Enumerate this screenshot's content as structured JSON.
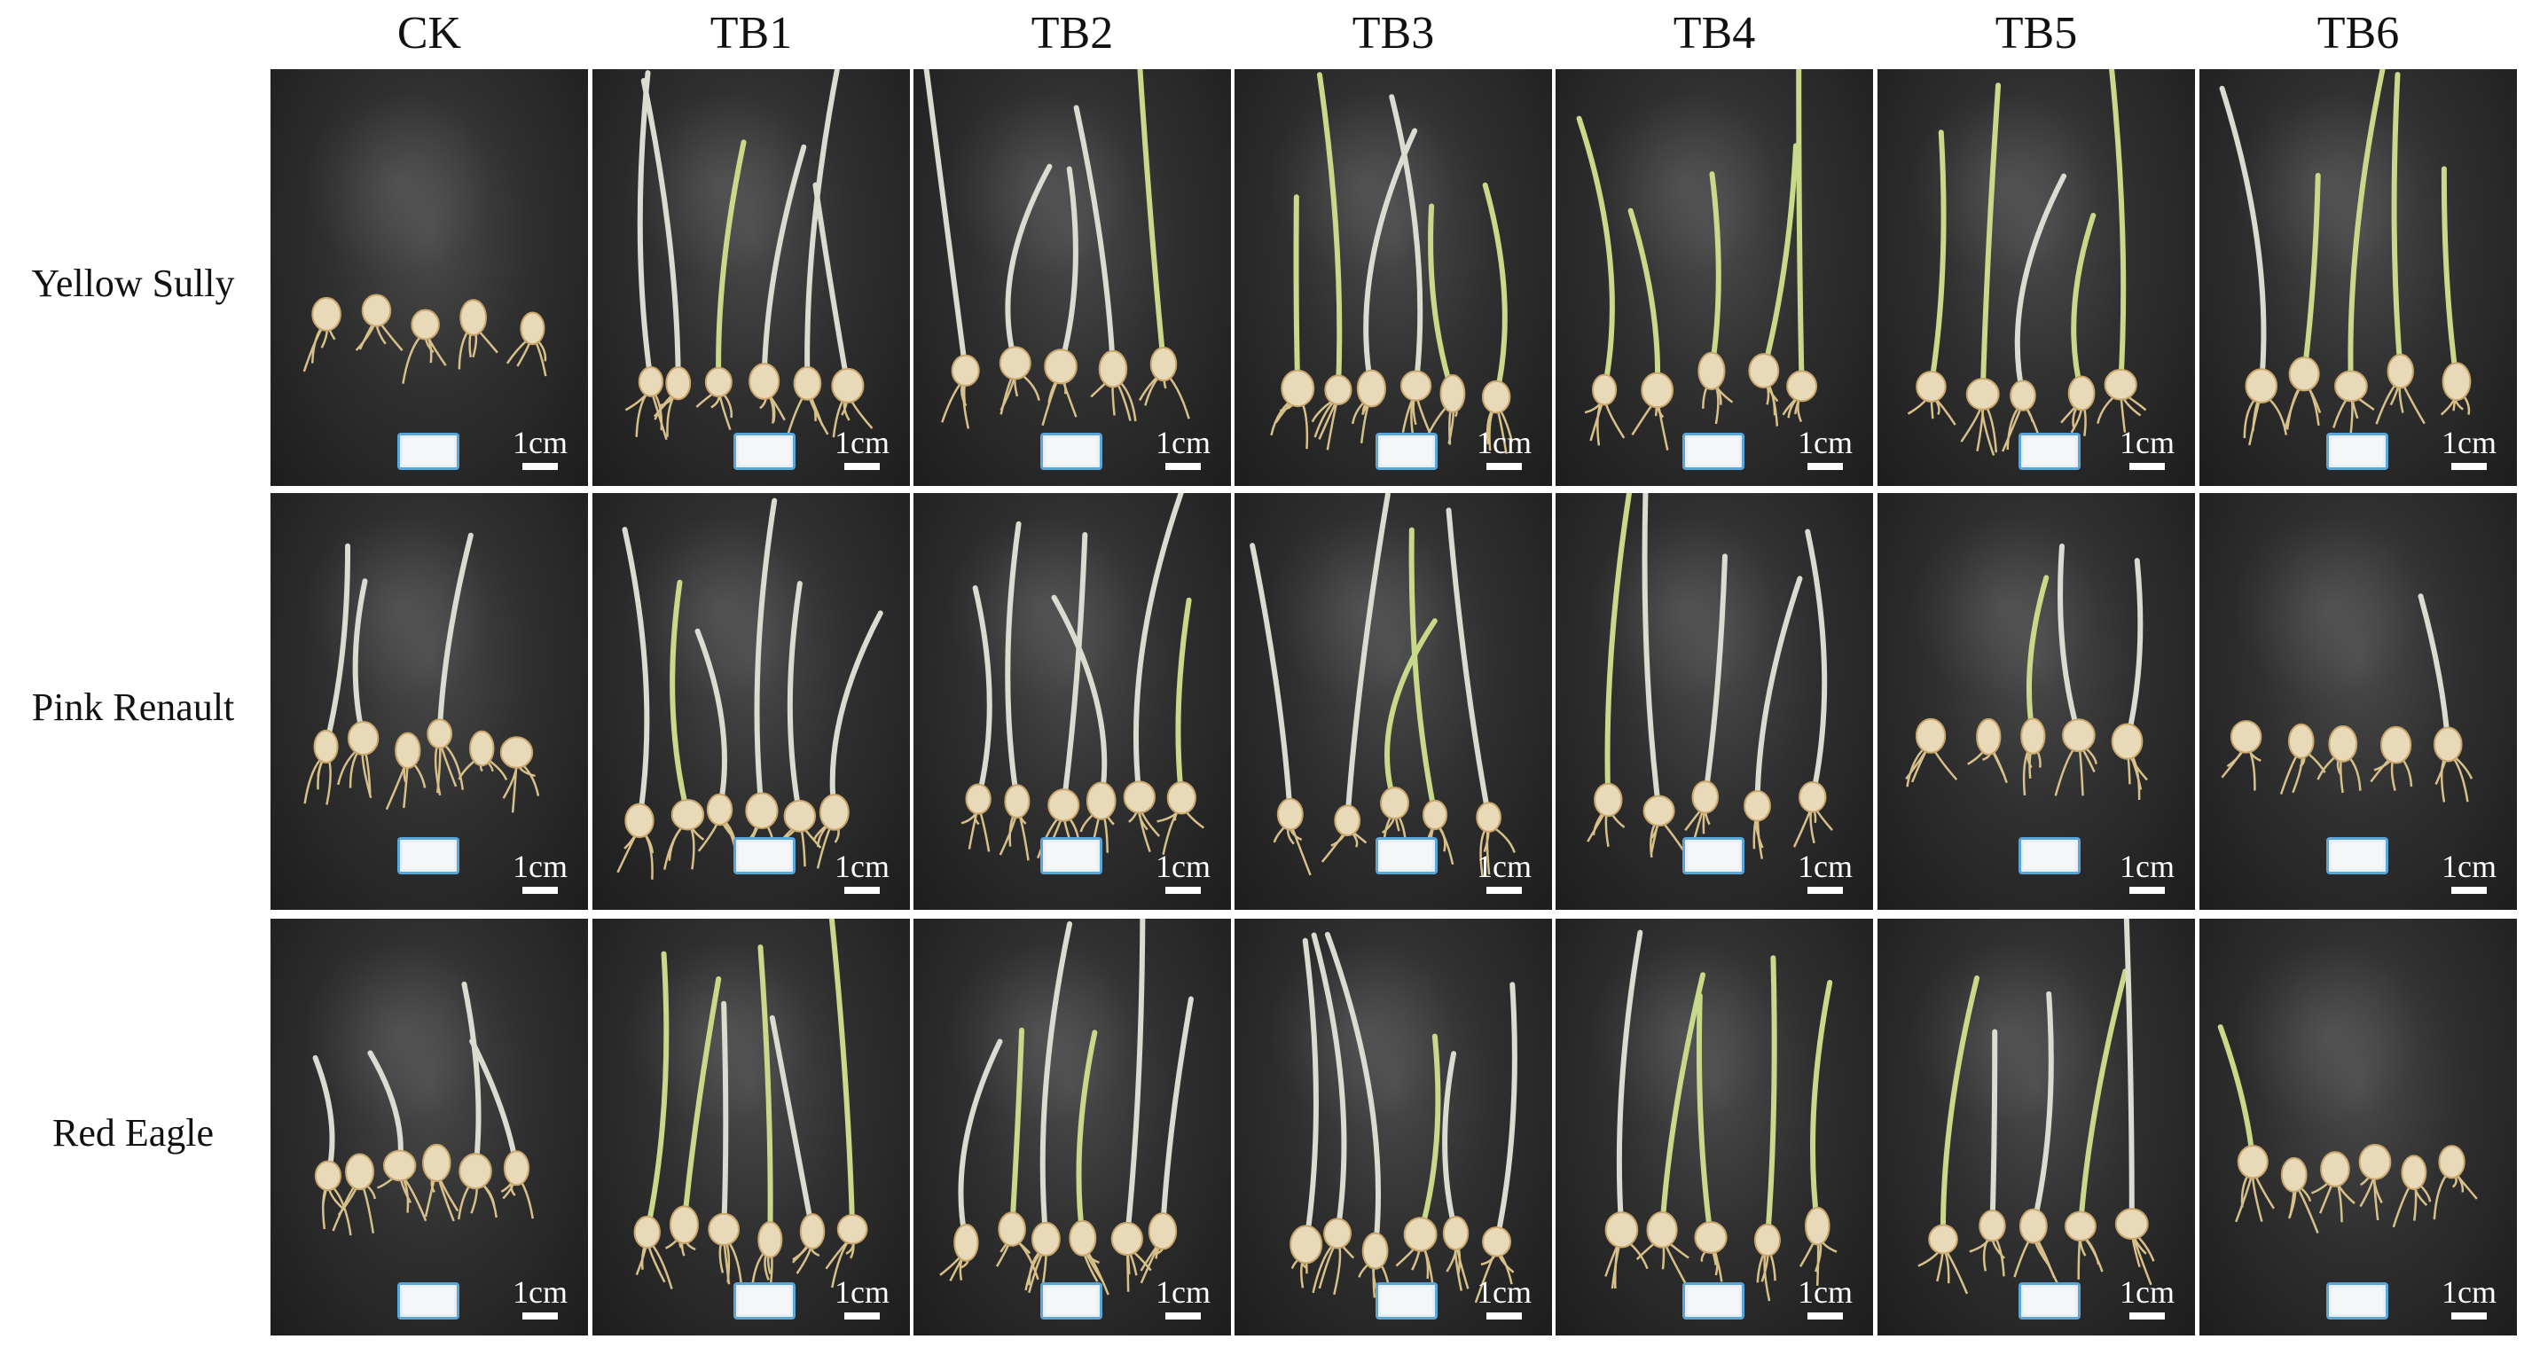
{
  "columns": [
    "CK",
    "TB1",
    "TB2",
    "TB3",
    "TB4",
    "TB5",
    "TB6"
  ],
  "rows": [
    "Yellow Sully",
    "Pink Renault",
    "Red Eagle"
  ],
  "scale_label": "1cm",
  "colors": {
    "background": "#ffffff",
    "panel_dark": "#1d1d1d",
    "bulb": "#e8d9b8",
    "sprout_pale": "#d9dccf",
    "sprout_green": "#c8d98a",
    "tag_border": "#5aa6d8"
  }
}
